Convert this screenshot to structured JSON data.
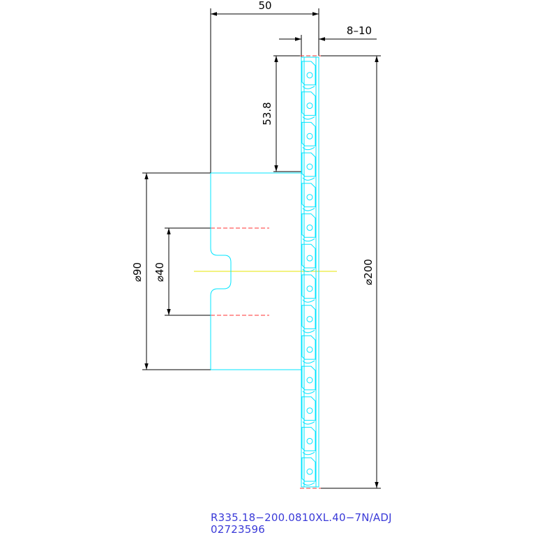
{
  "drawing": {
    "dimensions": {
      "width_total": "50",
      "insert_width": "8–10",
      "pitch": "53.8",
      "hub_diameter": "⌀90",
      "bore_diameter": "⌀40",
      "cutter_diameter": "⌀200"
    },
    "title_block": {
      "line1": "R335.18−200.0810XL.40−7N/ADJ",
      "line2": "02723596"
    },
    "colors": {
      "outline": "#00e5ff",
      "dimension": "#000000",
      "hidden": "#ff3030",
      "centerline": "#e6e600",
      "title": "#3a3ad8",
      "background": "#ffffff"
    }
  }
}
